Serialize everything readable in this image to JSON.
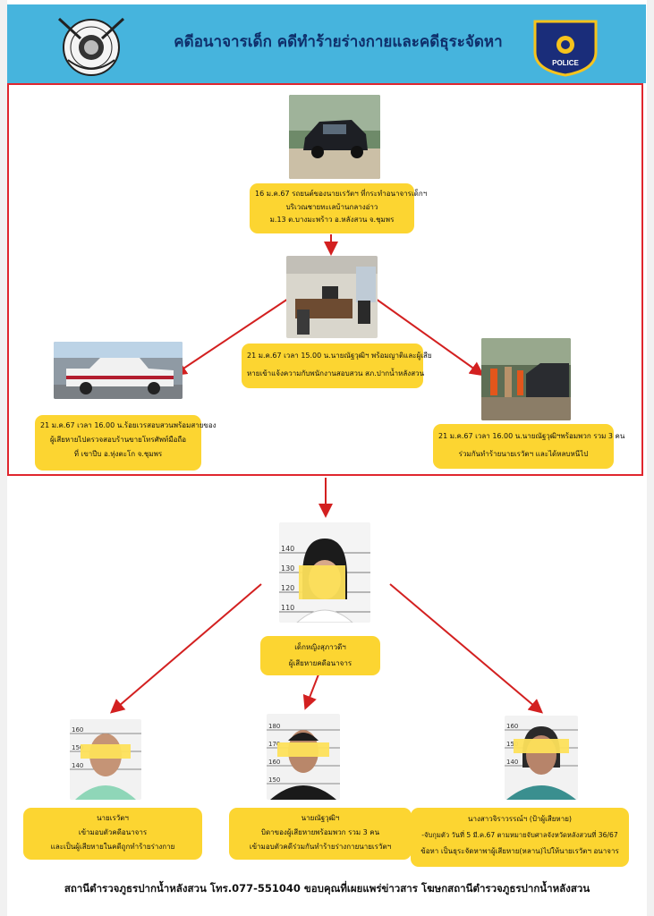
{
  "header": {
    "title": "คดีอนาจารเด็ก คดีทำร้ายร่างกายและคดีธุระจัดหา",
    "left_logo_icon": "police-emblem-icon",
    "right_logo_icon": "police-badge-icon",
    "right_logo_text": "POLICE"
  },
  "events": {
    "car": {
      "lines": [
        "16 ม.ค.67 รถยนต์ของนายเรวัตฯ ที่กระทำอนาจารเด็กฯ",
        "บริเวณชายทะเลบ้านกลางอ่าว",
        "ม.13 ต.บางมะพร้าว อ.หลังสวน จ.ชุมพร"
      ]
    },
    "report": {
      "lines": [
        "21 ม.ค.67 เวลา 15.00 น.นายณัฐวุฒิฯ พร้อมญาติและผู้เสีย",
        "หายเข้าแจ้งความกับพนักงานสอบสวน สภ.ปากน้ำหลังสวน"
      ]
    },
    "investigate": {
      "lines": [
        "21 ม.ค.67 เวลา 16.00 น.ร้อยเวรสอบสวนพร้อมสายของ",
        "ผู้เสียหายไปตรวจสอบร้านขายโทรศัพท์มือถือ",
        "ที่ เขาปีบ อ.ทุ่งตะโก จ.ชุมพร"
      ]
    },
    "assault": {
      "lines": [
        "21 ม.ค.67 เวลา 16.00 น.นายณัฐวุฒิฯพร้อมพวก รวม 3 คน",
        "ร่วมกันทำร้ายนายเรวัตฯ และได้หลบหนีไป"
      ]
    }
  },
  "victim": {
    "lines": [
      "เด็กหญิงสุภาวดีฯ",
      "ผู้เสียหายคดีอนาจาร"
    ],
    "board_numbers": [
      "140",
      "130",
      "120",
      "110"
    ]
  },
  "suspects": [
    {
      "lines": [
        "นายเรวัตฯ",
        "เข้ามอบตัวคดีอนาจาร",
        "และเป็นผู้เสียหายในคดีถูกทำร้ายร่างกาย"
      ],
      "board_numbers": [
        "160",
        "150",
        "140"
      ]
    },
    {
      "lines": [
        "นายณัฐวุฒิฯ",
        "บิดาของผู้เสียหายพร้อมพวก รวม 3 คน",
        "เข้ามอบตัวคดีร่วมกันทำร้ายร่างกายนายเรวัตฯ"
      ],
      "board_numbers": [
        "180",
        "170",
        "160",
        "150"
      ]
    },
    {
      "lines": [
        "นางสาวจิราวรรณ์ฯ (ป้าผู้เสียหาย)",
        "-จับกุมตัว วันที่ 5 มี.ค.67 ตามหมายจับศาลจังหวัดหลังสวนที่ 36/67",
        "ข้อหา เป็นธุระจัดหาพาผู้เสียหาย(หลาน)ไปให้นายเรวัตฯ อนาจาร"
      ],
      "board_numbers": [
        "160",
        "150",
        "140"
      ]
    }
  ],
  "footer": {
    "text": "สถานีตำรวจภูธรปากน้ำหลังสวน โทร.077-551040 ขอบคุณที่เผยแพร่ข่าวสาร โฆษกสถานีตำรวจภูธรปากน้ำหลังสวน"
  },
  "colors": {
    "header_bg": "#46b4dd",
    "title_text": "#0f2f6b",
    "frame_border": "#e0262e",
    "arrow": "#d32020",
    "caption_bg": "#fcd531"
  }
}
